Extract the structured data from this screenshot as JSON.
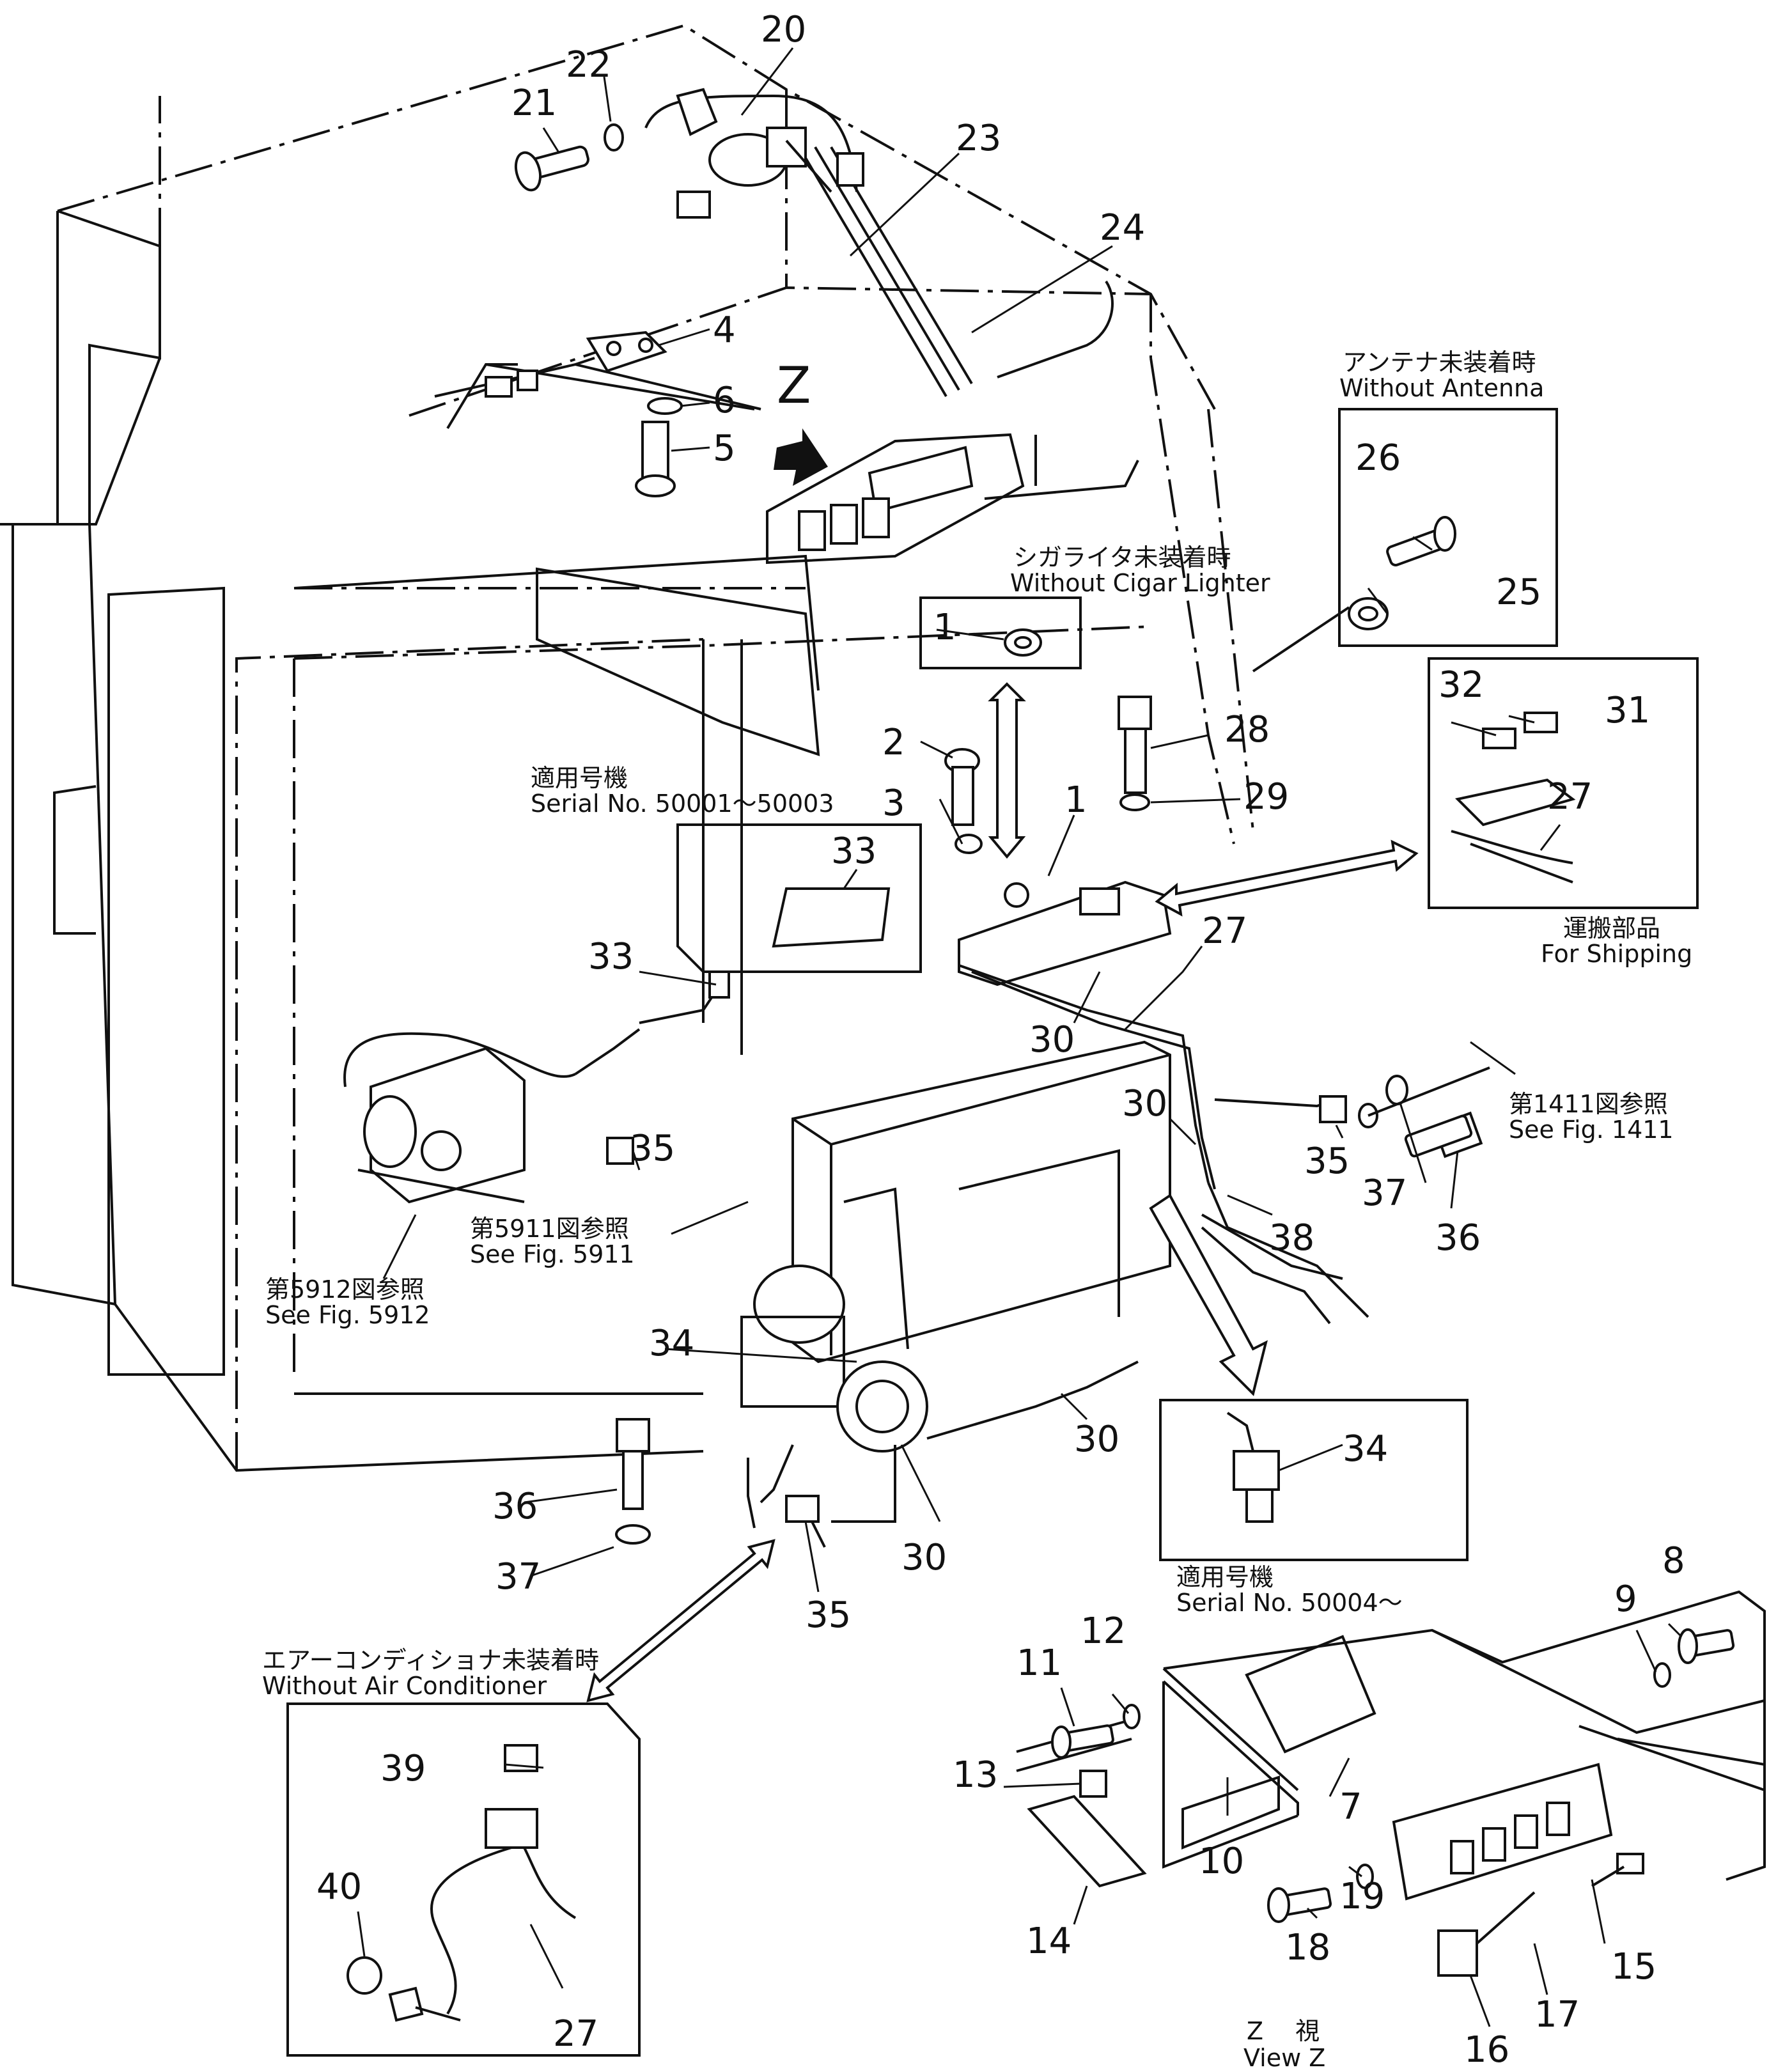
{
  "callouts": {
    "n1": "1",
    "n2": "2",
    "n3": "3",
    "n4": "4",
    "n5": "5",
    "n6": "6",
    "n7": "7",
    "n8": "8",
    "n9": "9",
    "n10": "10",
    "n11": "11",
    "n12": "12",
    "n13": "13",
    "n14": "14",
    "n15": "15",
    "n16": "16",
    "n17": "17",
    "n18": "18",
    "n19": "19",
    "n20": "20",
    "n21": "21",
    "n22": "22",
    "n23": "23",
    "n24": "24",
    "n25": "25",
    "n26": "26",
    "n27": "27",
    "n28": "28",
    "n29": "29",
    "n30": "30",
    "n31": "31",
    "n32": "32",
    "n33": "33",
    "n34": "34",
    "n35": "35",
    "n36": "36",
    "n37": "37",
    "n38": "38",
    "n39": "39",
    "n40": "40"
  },
  "view_marker": "Z",
  "notes": {
    "antenna_jp": "アンテナ未装着時",
    "antenna_en": "Without  Antenna",
    "cigar_jp": "シガライタ未装着時",
    "cigar_en": "Without  Cigar  Lighter",
    "serial1_jp": "適用号機",
    "serial1_en": "Serial  No.  50001～50003",
    "shipping_jp": "運搬部品",
    "shipping_en": "For  Shipping",
    "fig1411_jp": "第1411図参照",
    "fig1411_en": "See  Fig.  1411",
    "fig5911_jp": "第5911図参照",
    "fig5911_en": "See  Fig.  5911",
    "fig5912_jp": "第5912図参照",
    "fig5912_en": "See  Fig.  5912",
    "serial2_jp": "適用号機",
    "serial2_en": "Serial  No.  50004～",
    "aircon_jp": "エアーコンディショナ未装着時",
    "aircon_en": "Without  Air  Conditioner",
    "viewz_jp": "Z　 視",
    "viewz_en": "View  Z"
  }
}
